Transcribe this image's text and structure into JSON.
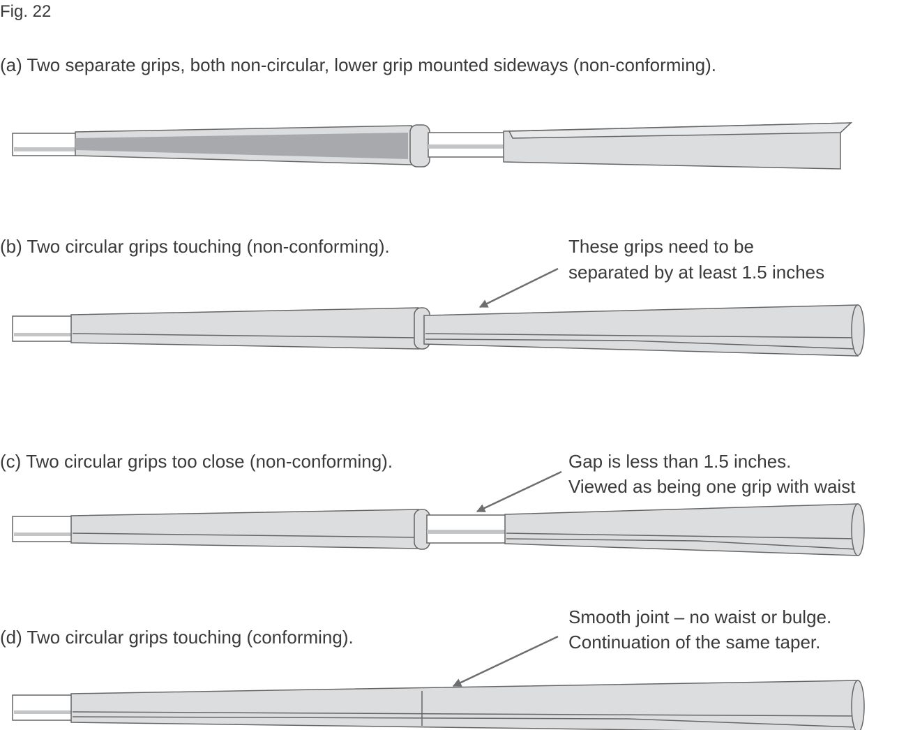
{
  "figure_label": "Fig. 22",
  "panels": [
    {
      "caption": "(a) Two separate grips, both non-circular, lower grip mounted sideways (non-conforming).",
      "note": []
    },
    {
      "caption": "(b) Two circular grips touching (non-conforming).",
      "note": [
        "These grips need to be",
        "separated by at least 1.5 inches"
      ]
    },
    {
      "caption": "(c) Two circular grips too close (non-conforming).",
      "note": [
        "Gap is less than 1.5 inches.",
        "Viewed as being one grip with waist"
      ]
    },
    {
      "caption": "(d) Two circular grips touching (conforming).",
      "note": [
        "Smooth joint – no waist or bulge.",
        "Continuation of the same taper."
      ]
    }
  ],
  "colors": {
    "grip": "#dcdddf",
    "dark_face": "#a7a9ac",
    "outline": "#666666",
    "arrow": "#6d6e70"
  }
}
